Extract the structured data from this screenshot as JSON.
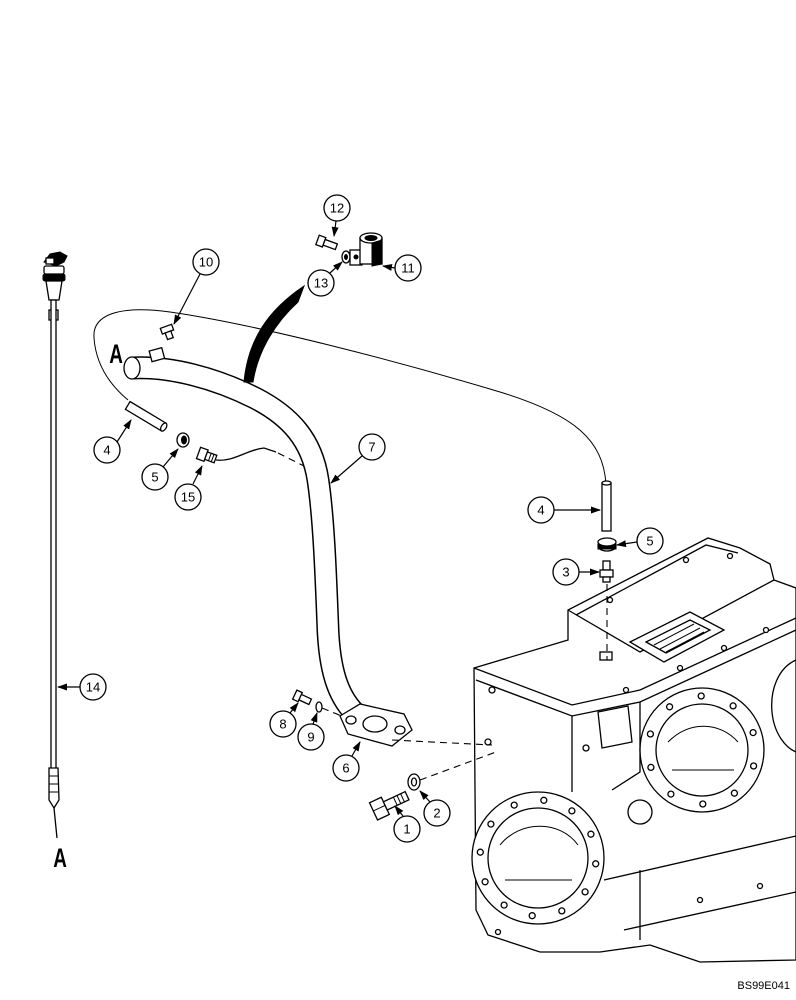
{
  "figure_code": "BS99E041",
  "reference_letters": [
    "A",
    "A"
  ],
  "callouts": [
    "12",
    "10",
    "11",
    "13",
    "4",
    "7",
    "5",
    "15",
    "4",
    "5",
    "3",
    "14",
    "8",
    "9",
    "6",
    "2",
    "1"
  ]
}
